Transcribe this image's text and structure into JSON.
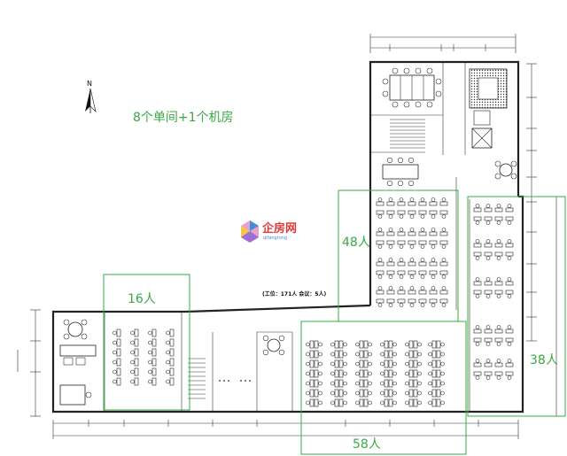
{
  "title": "8个单间+1个机房",
  "north_symbol": "N",
  "info_text": "(工位：171人    会议：5人)",
  "watermark": {
    "brand_name": "企房网",
    "brand_sub": "qifangtong"
  },
  "zones": [
    {
      "id": "zone-48",
      "label": "48人"
    },
    {
      "id": "zone-16",
      "label": "16人"
    },
    {
      "id": "zone-38",
      "label": "38人"
    },
    {
      "id": "zone-58",
      "label": "58人"
    }
  ],
  "colors": {
    "zone_green": "#39a845",
    "brand_red": "#e03a3a",
    "brand_blue": "#3d8fd9"
  }
}
